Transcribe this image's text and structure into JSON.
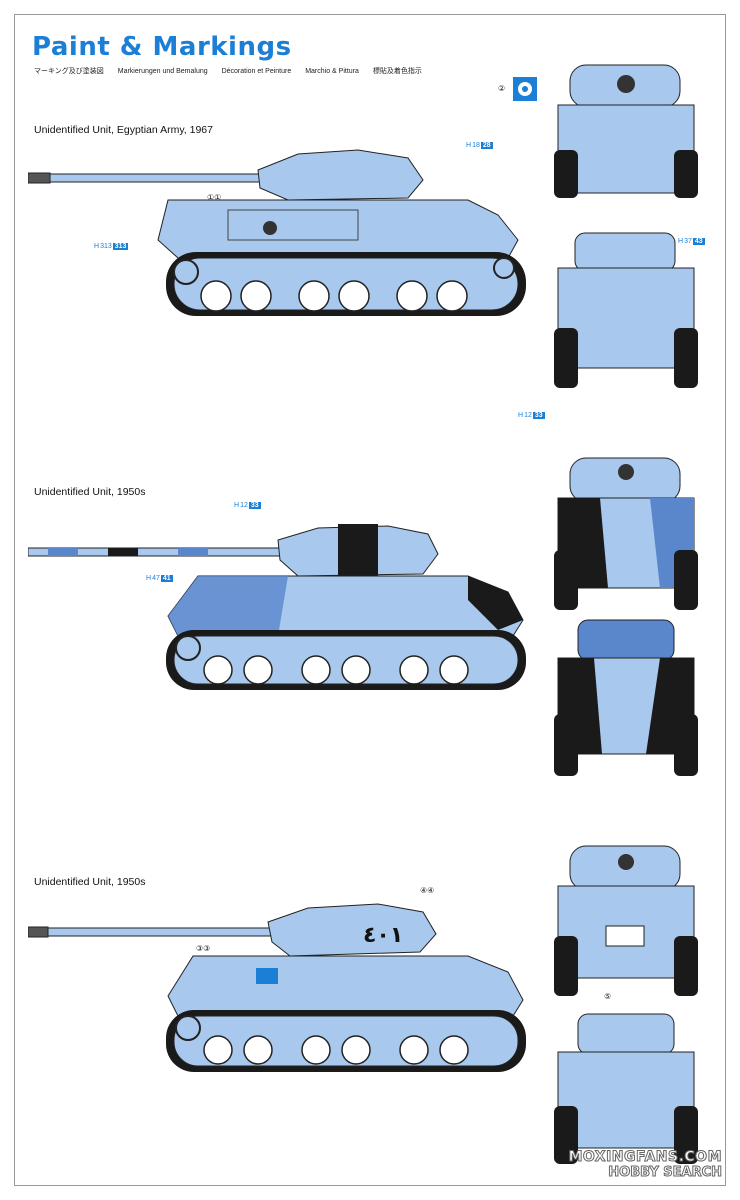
{
  "title": "Paint & Markings",
  "languages": [
    "マーキング及び塗装図",
    "Markierungen und Bemalung",
    "Décoration et Peinture",
    "Marchio & Pittura",
    "標貼及着色指示"
  ],
  "schemes": [
    {
      "caption": "Unidentified Unit, Egyptian Army, 1967",
      "callouts": [
        {
          "prefix": "H",
          "a": "313",
          "b": "313"
        },
        {
          "prefix": "H",
          "a": "18",
          "b": "28"
        },
        {
          "prefix": "H",
          "a": "37",
          "b": "43"
        },
        {
          "prefix": "H",
          "a": "12",
          "b": "33"
        }
      ],
      "markers": [
        "①①",
        "②"
      ]
    },
    {
      "caption": "Unidentified Unit, 1950s",
      "callouts": [
        {
          "prefix": "H",
          "a": "12",
          "b": "33"
        },
        {
          "prefix": "H",
          "a": "47",
          "b": "41"
        }
      ],
      "markers": []
    },
    {
      "caption": "Unidentified Unit, 1950s",
      "callouts": [],
      "markers": [
        "④④",
        "③③",
        "⑤"
      ]
    }
  ],
  "colors": {
    "title": "#1b7fd6",
    "light_blue": "#a8c8ee",
    "mid_blue": "#5a86cc",
    "black": "#1a1a1a"
  },
  "watermark": {
    "line1": "MOXINGFANS.COM",
    "line2": "HOBBY SEARCH"
  }
}
